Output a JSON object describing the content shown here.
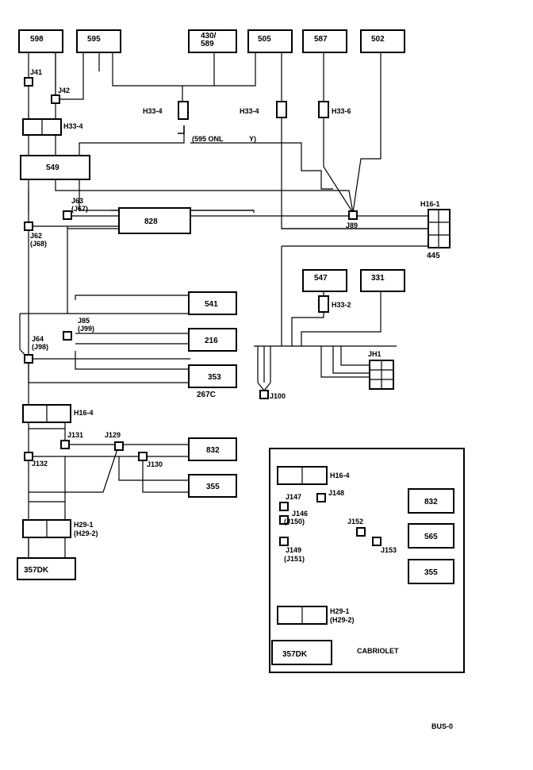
{
  "modules": {
    "m598": "598",
    "m595": "595",
    "m430": "430/",
    "m430b": "589",
    "m505": "505",
    "m587": "587",
    "m502": "502",
    "m549": "549",
    "m828": "828",
    "m541": "541",
    "m216": "216",
    "m353": "353",
    "m267c": "267C",
    "m832": "832",
    "m355": "355",
    "m357dk": "357DK",
    "m547": "547",
    "m331": "331",
    "m445": "445",
    "c832": "832",
    "c565": "565",
    "c355": "355",
    "c357dk": "357DK"
  },
  "connectors": {
    "h33_4a": "H33-4",
    "h33_4b": "H33-4",
    "h33_4c": "H33-4",
    "h33_6": "H33-6",
    "h16_1": "H16-1",
    "h33_2": "H33-2",
    "h16_4": "H16-4",
    "h29_1": "H29-1",
    "h29_2": "(H29-2)",
    "c_h16_4": "H16-4",
    "c_h29_1": "H29-1",
    "c_h29_2": "(H29-2)"
  },
  "junctions": {
    "j41": "J41",
    "j42": "J42",
    "j63": "J63",
    "j67": "(J67)",
    "j62": "J62",
    "j68": "(J68)",
    "j89": "J89",
    "j85": "J85",
    "j99": "(J99)",
    "j64": "J64",
    "j98": "(J98)",
    "j100": "J100",
    "jh1": "JH1",
    "j131": "J131",
    "j129": "J129",
    "j132": "J132",
    "j130": "J130",
    "j147": "J147",
    "j148": "J148",
    "j146": "J146",
    "j150": "(J150)",
    "j152": "J152",
    "j149": "J149",
    "j151": "(J151)",
    "j153": "J153"
  },
  "notes": {
    "only": "(595 ONL",
    "only_end": "Y)",
    "cabriolet": "CABRIOLET",
    "page_id": "BUS-0"
  }
}
